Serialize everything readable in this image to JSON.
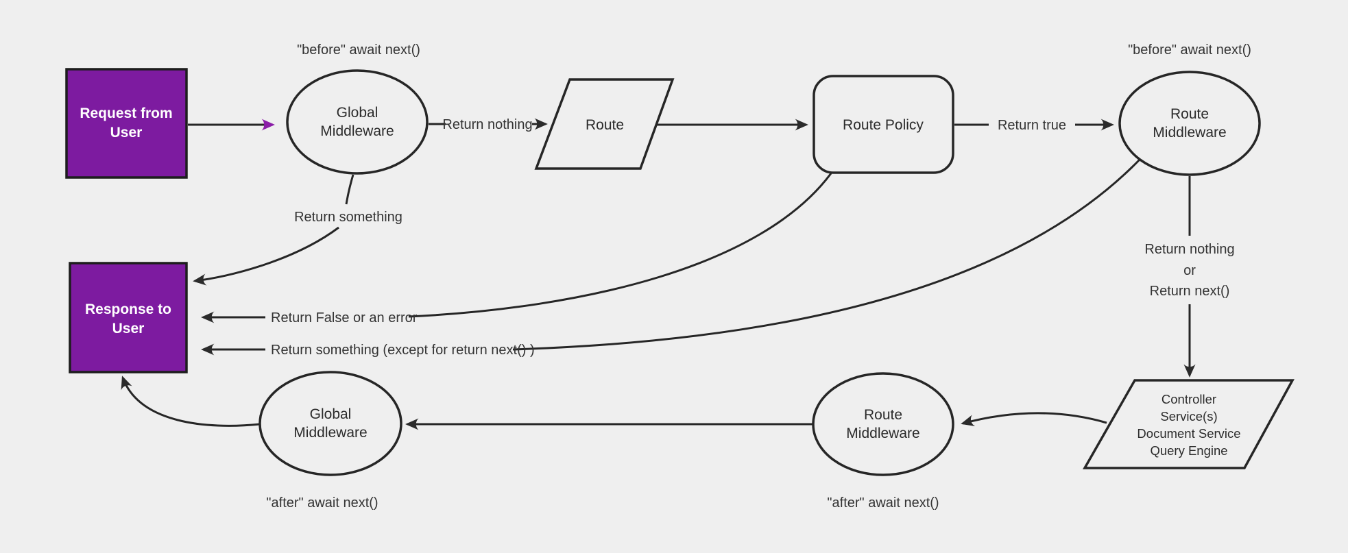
{
  "theme": {
    "bg": "#efefef",
    "line": "#262626",
    "edge_text": "#333333",
    "node_text": "#2b2b2b",
    "accent": "#7d1ba0",
    "accent_line": "#8b1da8",
    "node_fill": "#efefef",
    "white_text": "#ffffff"
  },
  "nodes": {
    "request": {
      "lines": [
        "Request from",
        "User"
      ]
    },
    "response": {
      "lines": [
        "Response to",
        "User"
      ]
    },
    "global_middleware_top": {
      "lines": [
        "Global",
        "Middleware"
      ]
    },
    "route": {
      "label": "Route"
    },
    "route_policy": {
      "label": "Route Policy"
    },
    "route_middleware_top": {
      "lines": [
        "Route",
        "Middleware"
      ]
    },
    "controller_stack": {
      "lines": [
        "Controller",
        "Service(s)",
        "Document Service",
        "Query Engine"
      ]
    },
    "route_middleware_bottom": {
      "lines": [
        "Route",
        "Middleware"
      ]
    },
    "global_middleware_bottom": {
      "lines": [
        "Global",
        "Middleware"
      ]
    }
  },
  "edge_labels": {
    "before_await_left": "\"before\" await next()",
    "before_await_right": "\"before\" await next()",
    "after_await_left": "\"after\" await next()",
    "after_await_right": "\"after\" await next()",
    "return_nothing": "Return nothing",
    "return_true": "Return true",
    "return_something": "Return something",
    "return_false_or_error": "Return False or an error",
    "return_something_except": "Return something (except for return next() )",
    "return_nothing_or": [
      "Return nothing",
      "or",
      "Return next()"
    ]
  }
}
